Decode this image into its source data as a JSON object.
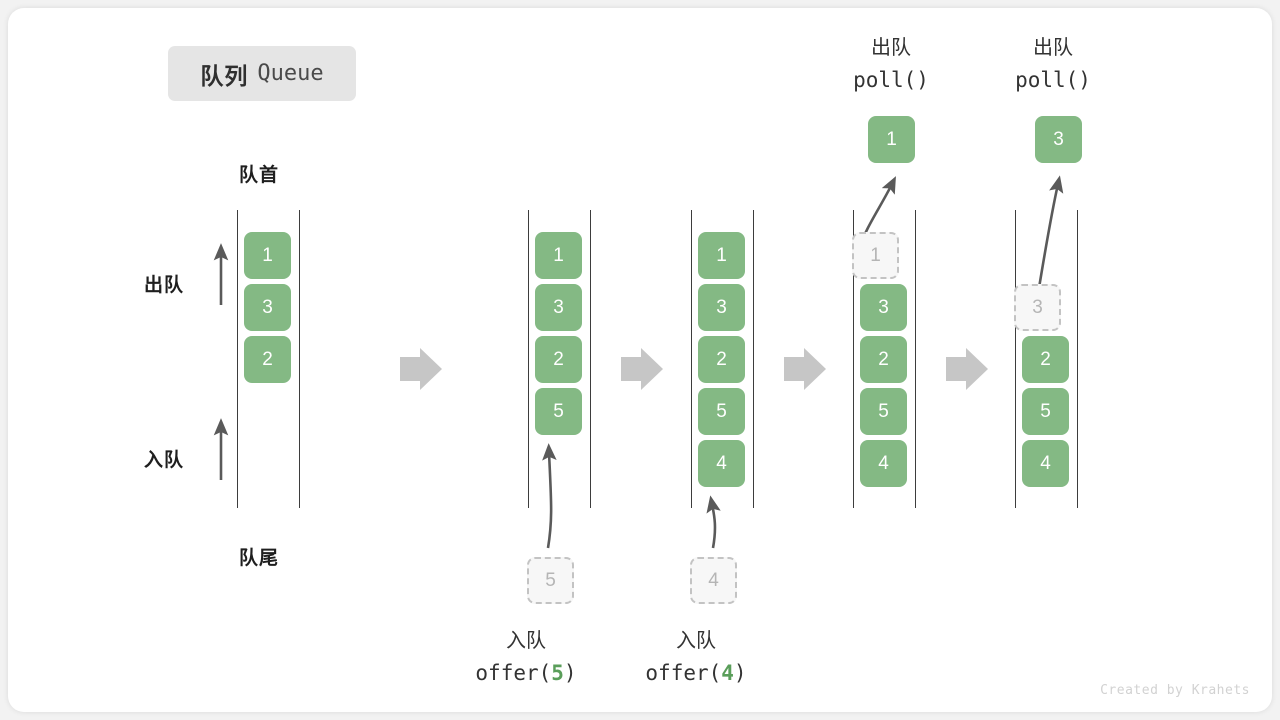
{
  "title": {
    "cn": "队列",
    "en": "Queue"
  },
  "labels": {
    "head": "队首",
    "tail": "队尾",
    "dequeue": "出队",
    "enqueue": "入队"
  },
  "credit": "Created by Krahets",
  "colors": {
    "cell_green": "#84b984",
    "ghost_fill": "#f7f7f7",
    "ghost_border": "#c3c3c3",
    "arrow_gray": "#5a5a5a",
    "step_arrow_gray": "#c6c6c6",
    "accent_number": "#5a9e5a",
    "rail": "#3d3d3d",
    "chip_bg": "#e5e5e5",
    "canvas_bg": "#ffffff",
    "page_bg": "#f2f2f2"
  },
  "steps": [
    {
      "id": "initial",
      "cells": [
        "1",
        "3",
        "2"
      ],
      "ghost_in_queue": null,
      "header": null,
      "incoming": null,
      "outgoing": null
    },
    {
      "id": "offer-5",
      "cells": [
        "1",
        "3",
        "2",
        "5"
      ],
      "ghost_in_queue": null,
      "header": null,
      "incoming": {
        "value": "5",
        "caption_cn": "入队",
        "caption_code_pre": "offer(",
        "caption_code_num": "5",
        "caption_code_post": ")"
      },
      "outgoing": null
    },
    {
      "id": "offer-4",
      "cells": [
        "1",
        "3",
        "2",
        "5",
        "4"
      ],
      "ghost_in_queue": null,
      "header": null,
      "incoming": {
        "value": "4",
        "caption_cn": "入队",
        "caption_code_pre": "offer(",
        "caption_code_num": "4",
        "caption_code_post": ")"
      },
      "outgoing": null
    },
    {
      "id": "poll-1",
      "cells": [
        "3",
        "2",
        "5",
        "4"
      ],
      "ghost_in_queue": {
        "value": "1",
        "slot": 0
      },
      "header": {
        "cn": "出队",
        "code": "poll()"
      },
      "incoming": null,
      "outgoing": {
        "value": "1"
      }
    },
    {
      "id": "poll-3",
      "cells": [
        "2",
        "5",
        "4"
      ],
      "ghost_in_queue": {
        "value": "3",
        "slot": 1
      },
      "header": {
        "cn": "出队",
        "code": "poll()"
      },
      "incoming": null,
      "outgoing": {
        "value": "3"
      }
    }
  ],
  "step_arrows": [
    {
      "name": "step-arrow-1"
    },
    {
      "name": "step-arrow-2"
    },
    {
      "name": "step-arrow-3"
    },
    {
      "name": "step-arrow-4"
    }
  ]
}
